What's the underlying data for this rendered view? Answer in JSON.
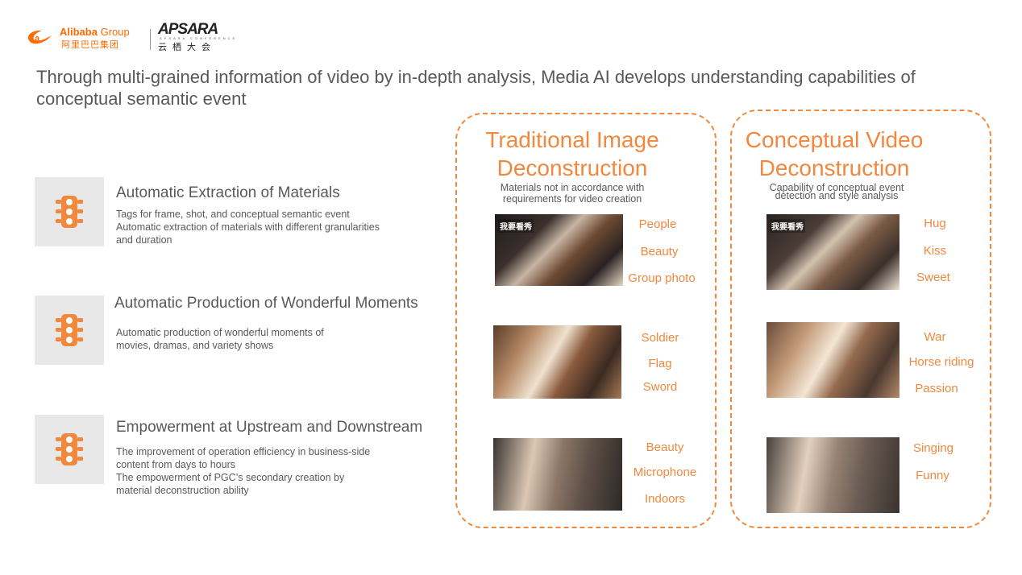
{
  "header": {
    "alibaba_brand": "Alibaba",
    "alibaba_group": "Group",
    "alibaba_cn": "阿里巴巴集团",
    "apsara_word": "APSARA",
    "apsara_sub": "APSARA CONFERENCE",
    "apsara_cn": "云栖大会"
  },
  "title": "Through multi-grained information of video by in-depth analysis, Media AI develops understanding capabilities of conceptual semantic event",
  "features": [
    {
      "icon": "traffic-light-icon",
      "title": "Automatic Extraction of Materials",
      "lines": [
        "Tags for frame, shot, and conceptual semantic event",
        "Automatic extraction of materials with different granularities",
        "and duration"
      ]
    },
    {
      "icon": "traffic-light-icon",
      "title": "Automatic Production of Wonderful Moments",
      "lines": [
        "Automatic production of wonderful moments of",
        "movies, dramas, and variety shows"
      ]
    },
    {
      "icon": "traffic-light-icon",
      "title": "Empowerment at Upstream and Downstream",
      "lines": [
        "The improvement of operation efficiency in business-side",
        "content from days to hours",
        "The empowerment of PGC’s secondary creation by",
        "material deconstruction ability"
      ]
    }
  ],
  "panels": {
    "traditional": {
      "title_line1": "Traditional Image",
      "title_line2": "Deconstruction",
      "sub_line1": "Materials not in accordance with",
      "sub_line2": "requirements for video creation",
      "groups": [
        [
          "People",
          "Beauty",
          "Group photo"
        ],
        [
          "Soldier",
          "Flag",
          "Sword"
        ],
        [
          "Beauty",
          "Microphone",
          "Indoors"
        ]
      ]
    },
    "conceptual": {
      "title_line1": "Conceptual Video",
      "title_line2": "Deconstruction",
      "sub_line1": "Capability of conceptual event",
      "sub_line2": "detection and style analysis",
      "groups": [
        [
          "Hug",
          "Kiss",
          "Sweet"
        ],
        [
          "War",
          "Horse riding",
          "Passion"
        ],
        [
          "Singing",
          "Funny"
        ]
      ]
    }
  },
  "thumbnail_stamp": "我要看秀",
  "colors": {
    "accent": "#f0883e",
    "brand_orange": "#ff6a00",
    "text": "#595959",
    "icon_box": "#e8e8e8"
  }
}
